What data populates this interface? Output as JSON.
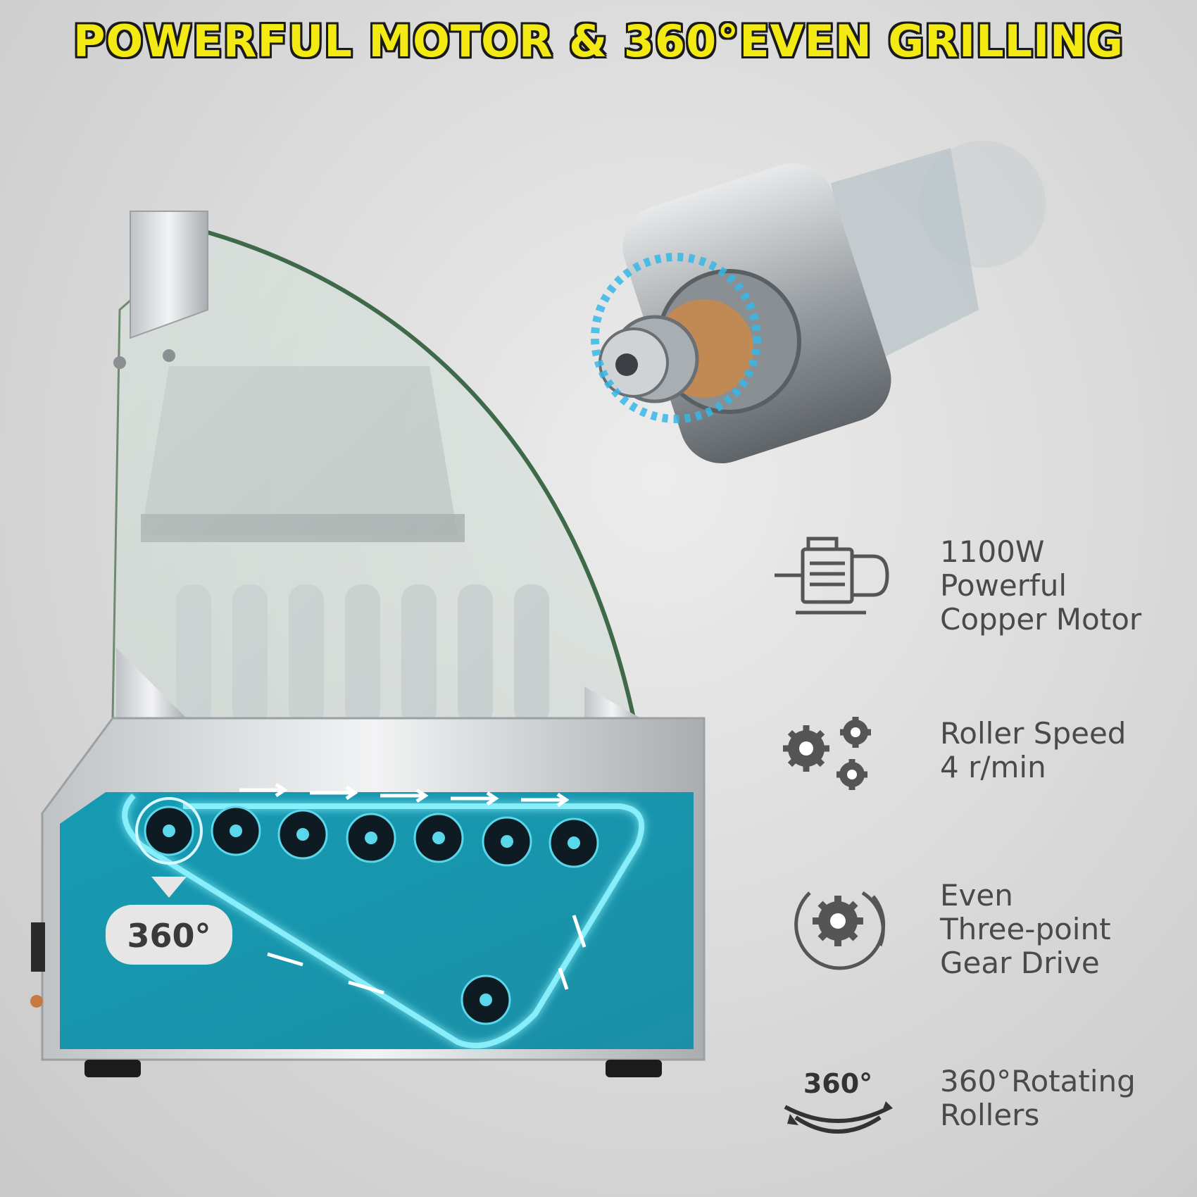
{
  "headline": "POWERFUL MOTOR & 360°EVEN GRILLING",
  "badge": "360°",
  "features": [
    {
      "icon": "motor-icon",
      "lines": [
        "1100W",
        "Powerful",
        "Copper Motor"
      ]
    },
    {
      "icon": "gears-icon",
      "lines": [
        "Roller Speed",
        "4 r/min"
      ]
    },
    {
      "icon": "gear-cycle-icon",
      "lines": [
        "Even",
        "Three-point",
        "Gear Drive"
      ]
    },
    {
      "icon": "rotate-360-icon",
      "icon_label": "360°",
      "lines": [
        "360°Rotating",
        "Rollers"
      ]
    }
  ],
  "colors": {
    "headline": "#f3ea13",
    "panel": "#1a9db4",
    "glow": "#7ff0ff",
    "text": "#4a4a4a"
  }
}
